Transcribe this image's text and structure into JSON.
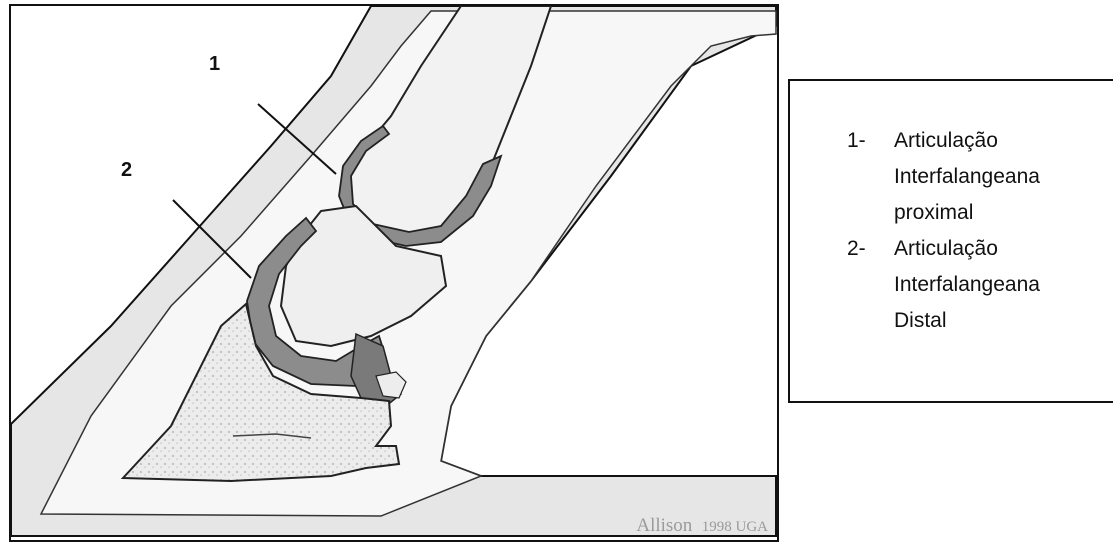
{
  "figure": {
    "callouts": [
      {
        "number": "1"
      },
      {
        "number": "2"
      }
    ],
    "credit": {
      "name": "Allison",
      "year_org": "1998 UGA"
    }
  },
  "legend": {
    "items": [
      {
        "number": "1-",
        "text": "Articulação Interfalangeana proximal"
      },
      {
        "number": "2-",
        "text": "Articulação Interfalangeana Distal"
      }
    ]
  },
  "colors": {
    "outline": "#111111",
    "hoof_wall": "#e6e6e6",
    "bone": "#f2f2f2",
    "cartilage": "#8c8c8c",
    "credit": "#9a9a9a"
  }
}
